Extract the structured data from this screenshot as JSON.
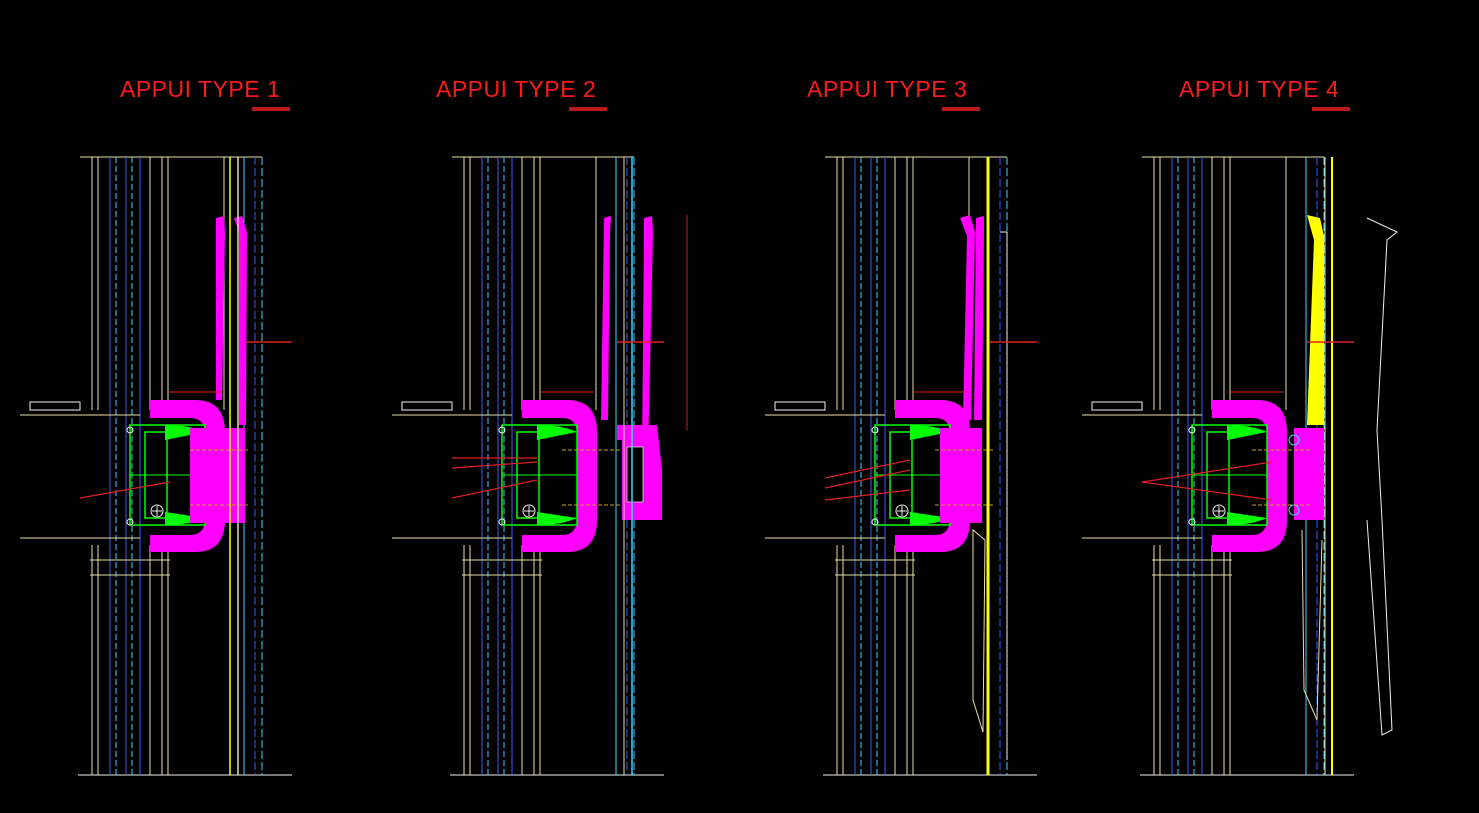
{
  "drawing": {
    "background": "#000000",
    "colors": {
      "title": "#ff1a1a",
      "magenta": "#ff00ff",
      "yellow": "#ffff00",
      "green": "#00ff00",
      "cyan": "#3fd4ff",
      "blue": "#3a5cff",
      "beige": "#e8e0a8",
      "red": "#e02020",
      "white": "#f0f0f0"
    },
    "panels": [
      {
        "title": "APPUI TYPE 1",
        "variant": 1
      },
      {
        "title": "APPUI TYPE 2",
        "variant": 2
      },
      {
        "title": "APPUI TYPE 3",
        "variant": 3
      },
      {
        "title": "APPUI TYPE 4",
        "variant": 4
      }
    ]
  }
}
